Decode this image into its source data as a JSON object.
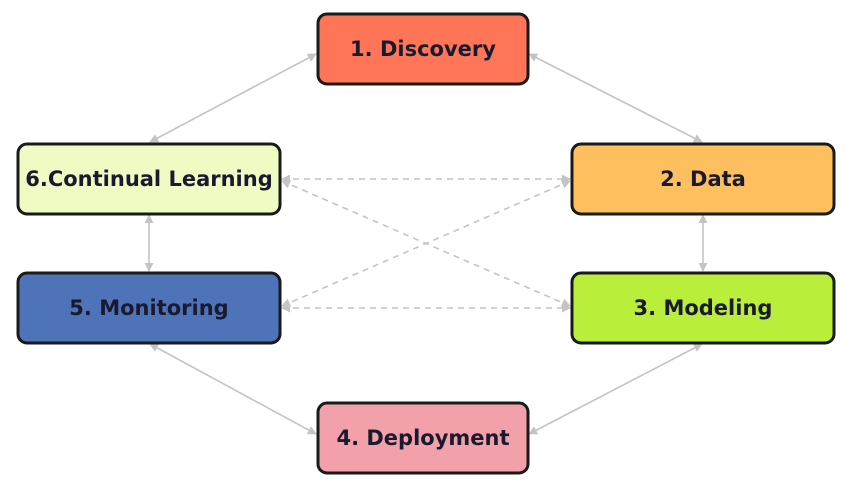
{
  "diagram": {
    "nodes": {
      "discovery": {
        "label": "1. Discovery",
        "color": "#fe7657"
      },
      "data": {
        "label": "2. Data",
        "color": "#fec05e"
      },
      "modeling": {
        "label": "3. Modeling",
        "color": "#b9ee3b"
      },
      "deployment": {
        "label": "4. Deployment",
        "color": "#f2a1ab"
      },
      "monitoring": {
        "label": "5. Monitoring",
        "color": "#4f73b9"
      },
      "learning": {
        "label": "6.Continual Learning",
        "color": "#eefcc3"
      }
    },
    "edges": [
      {
        "from": "discovery",
        "to": "data",
        "style": "solid",
        "bidirectional": true
      },
      {
        "from": "data",
        "to": "modeling",
        "style": "solid",
        "bidirectional": true
      },
      {
        "from": "modeling",
        "to": "deployment",
        "style": "solid",
        "bidirectional": true
      },
      {
        "from": "deployment",
        "to": "monitoring",
        "style": "solid",
        "bidirectional": true
      },
      {
        "from": "monitoring",
        "to": "learning",
        "style": "solid",
        "bidirectional": true
      },
      {
        "from": "learning",
        "to": "discovery",
        "style": "solid",
        "bidirectional": true
      },
      {
        "from": "learning",
        "to": "data",
        "style": "dashed",
        "bidirectional": true
      },
      {
        "from": "learning",
        "to": "modeling",
        "style": "dashed",
        "bidirectional": true
      },
      {
        "from": "monitoring",
        "to": "data",
        "style": "dashed",
        "bidirectional": true
      },
      {
        "from": "monitoring",
        "to": "modeling",
        "style": "dashed",
        "bidirectional": true
      }
    ]
  }
}
